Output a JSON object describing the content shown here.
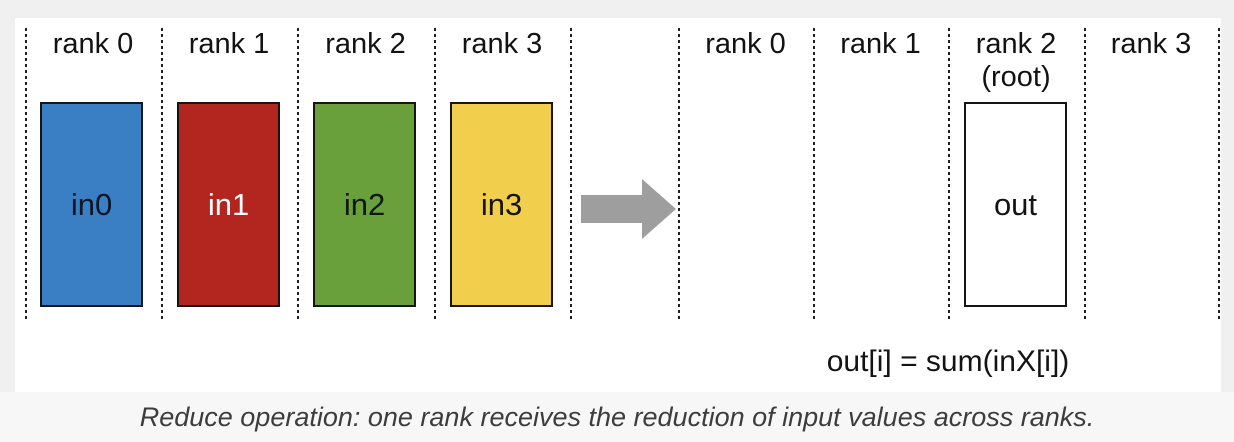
{
  "left_group": {
    "ranks": [
      "rank 0",
      "rank 1",
      "rank 2",
      "rank 3"
    ],
    "boxes": [
      {
        "label": "in0",
        "color": "#3a7fc4",
        "text_color": "#0c1626"
      },
      {
        "label": "in1",
        "color": "#b3251f",
        "text_color": "#ffffff"
      },
      {
        "label": "in2",
        "color": "#69a03c",
        "text_color": "#101708"
      },
      {
        "label": "in3",
        "color": "#f2ce4d",
        "text_color": "#16130a"
      }
    ]
  },
  "right_group": {
    "ranks": [
      {
        "label": "rank 0"
      },
      {
        "label": "rank 1"
      },
      {
        "label": "rank 2",
        "sublabel": "(root)"
      },
      {
        "label": "rank 3"
      }
    ],
    "out_box": {
      "label": "out",
      "color": "#ffffff",
      "text_color": "#131313"
    }
  },
  "arrow": {
    "color": "#9e9e9e"
  },
  "formula": "out[i] = sum(inX[i])",
  "caption": "Reduce operation: one rank receives the reduction of input values across ranks."
}
